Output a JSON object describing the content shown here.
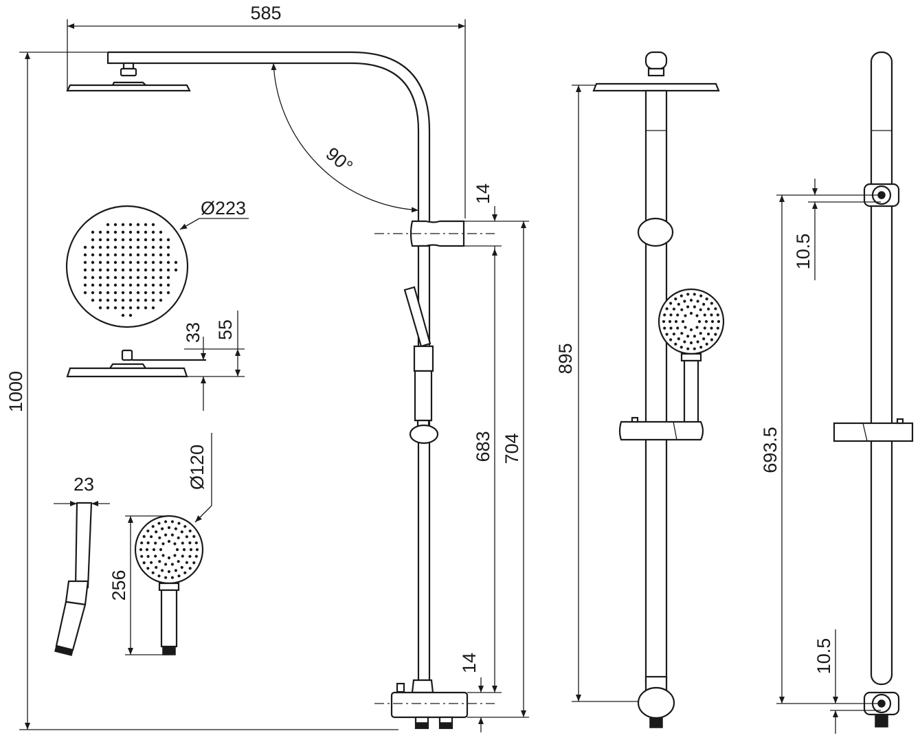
{
  "diagram": {
    "dimensions": {
      "overall_width": "585",
      "overall_height": "1000",
      "arm_angle": "90°",
      "head_diameter": "Ø223",
      "head_thickness": "33",
      "head_total_height": "55",
      "hand_width": "23",
      "hand_diameter": "Ø120",
      "hand_length": "256",
      "top_offset": "14",
      "bottom_offset": "14",
      "rail_inner": "683",
      "rail_outer": "704",
      "front_height": "895",
      "bracket_top": "10.5",
      "bracket_bottom": "10.5",
      "bracket_span": "693.5"
    }
  }
}
